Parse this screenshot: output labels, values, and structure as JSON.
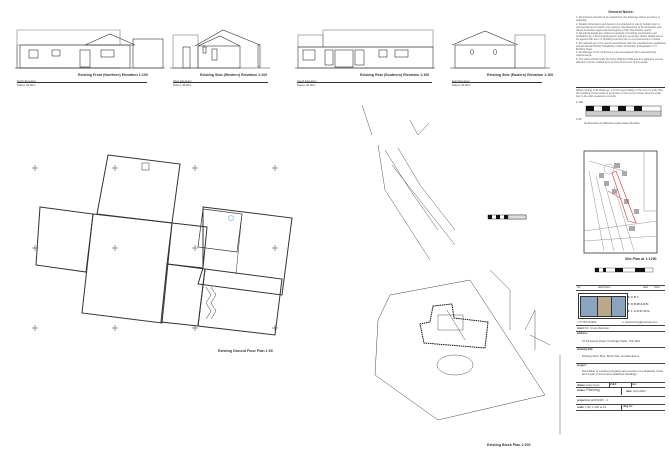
{
  "elevations": [
    {
      "title": "Existing Front (Northern) Elevation 1:100",
      "view_label": "North Elevation",
      "datum": "Datum 46.00m"
    },
    {
      "title": "Existing Side (Western) Elevation 1:100",
      "view_label": "West Elevation",
      "datum": "Datum 46.00m"
    },
    {
      "title": "Existing Rear (Southern) Elevation 1:100",
      "view_label": "South Elevation",
      "datum": "Datum 46.00m"
    },
    {
      "title": "Existing Side (Eastern) Elevation 1:100",
      "view_label": "East Elevation",
      "datum": "Datum 46.00m"
    }
  ],
  "floor_plan": {
    "title": "Existing Ground Floor Plan 1:50"
  },
  "block_plan": {
    "title": "Existing Block Plan 1:200"
  },
  "site_plan": {
    "title": "Site Plan at 1:1250"
  },
  "general_notes": {
    "heading": "General Notes:",
    "items": [
      "1. Dimensions should not be scaled from the drawings where accuracy is essential.",
      "2. Details, dimensions and levels to be checked on site by builder prior to commencement of works. Any queries, discrepancies to be answered, and where necessary approvals and signing of the client before works.",
      "3. Structural details are subject to analysis of existing construction and verification by a Structural Engineer and any necessary drawn details are to be agreed with the L.A. Building Control prior to commencement of works.",
      "4. All methods are to be used in accordance with the manufacturers guidelines and all relevant British Standards, Codes of Practice & Regulation 7 of Building Regs.",
      "5. All drainage to be confirmed on site and agreed with Local Authority requirements.",
      "6. The client should notify the Party Wall Act 1996 and any adjoining owners affected must be notified prior to commencement of any works."
    ],
    "print_note": "When printing of all drawings, it is the responsibility of the user to verify that the resulting printed scale is as shown on the current sheet. Also the scale bar on the plan measures correctly.",
    "scale_bar_top_label": "1:100",
    "scale_bar_bottom_label": "1:50",
    "scale_note": "All dimensions in millimetres unless stated otherwise"
  },
  "title_block": {
    "rev_header": {
      "no": "No.",
      "description": "description",
      "date": "date",
      "chkd": "chkd"
    },
    "company": {
      "line1": "EARY",
      "line2": "FORWARD",
      "line3": "PLANNING",
      "logo_letters": "EFP"
    },
    "phone": "t: 07787734404",
    "email": "e: efpplanning@outlook.com",
    "client_label": "client:",
    "client": "Mr. Cross Weitman",
    "address_label": "address:",
    "address": "15 Pinewood Road, Tunbridge Wells, TN2 3EH",
    "drawing_title_label": "drawing title:",
    "drawing_title": "Existing Floor Plan, Block Plan and Elevations",
    "project_label": "project:",
    "project": "Demolition of existing bungalow and erection of a detached 3 bed and a pair of 3 bed semi detached dwellings.",
    "drawn_label": "drawn:",
    "drawn": "Andy Gant",
    "chkd_label": "chkd:",
    "chkd": "",
    "rev_label": "rev:",
    "rev": "",
    "status_label": "status:",
    "status": "Planning",
    "date_label": "date:",
    "date": "April 2020",
    "project_no_label": "project no:",
    "project_no": "EFP/2405 - 4",
    "scale_label": "scale:",
    "scale": "1:50, 1:100 at A1",
    "dwg_no_label": "dwg no:",
    "dwg_no": ""
  },
  "colors": {
    "line": "#333333",
    "logo_blue": "#8aa4c0",
    "logo_tan": "#b8a98a",
    "boundary_red": "#d23030",
    "fixture_blue": "#5ab0e0"
  }
}
